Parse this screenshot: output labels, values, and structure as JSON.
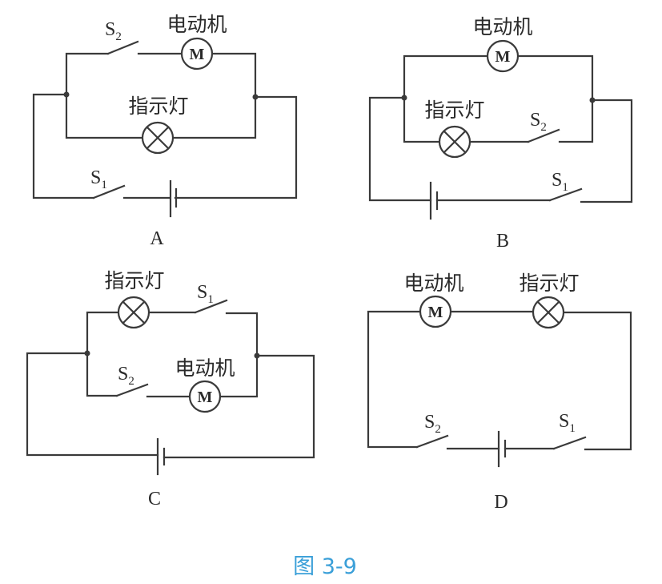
{
  "figure": {
    "caption": "图 3-9",
    "caption_color": "#3a9fd8"
  },
  "components": {
    "motor_label": "电动机",
    "motor_symbol": "M",
    "lamp_label": "指示灯",
    "switch_prefix": "S",
    "switch1_sub": "1",
    "switch2_sub": "2"
  },
  "options": [
    {
      "id": "A",
      "label": "A",
      "description": "S1 in main line with battery; motor branch with S2 in parallel with lamp branch"
    },
    {
      "id": "B",
      "label": "B",
      "description": "S1 in main line with battery; motor branch in parallel with lamp + S2 branch"
    },
    {
      "id": "C",
      "label": "C",
      "description": "Main line with battery only; lamp + S1 branch in parallel with S2 + motor branch"
    },
    {
      "id": "D",
      "label": "D",
      "description": "Series circuit: motor, lamp, S2, battery, S1"
    }
  ]
}
